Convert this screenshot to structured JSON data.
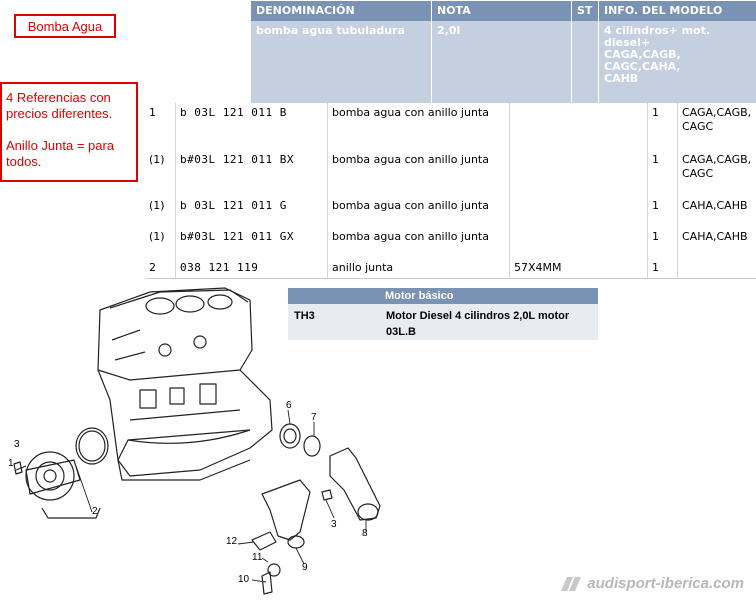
{
  "title_box": "Bomba Agua",
  "note_box": {
    "line1": "4 Referencias con precios diferentes.",
    "line2": "Anillo Junta = para todos."
  },
  "header": {
    "col_denominacion": "DENOMINACIÓN",
    "col_nota": "NOTA",
    "col_st": "ST",
    "col_info": "INFO. DEL MODELO",
    "val_denominacion": "bomba agua tubuladura",
    "val_nota": "2,0l",
    "val_st": "",
    "val_info": "4 cilindros+ mot. diesel+ CAGA,CAGB, CAGC,CAHA, CAHB"
  },
  "parts": [
    {
      "pos": "1",
      "ref": "b  03L  121  011  B",
      "desc": "bomba agua con anillo junta",
      "note": "",
      "qty": "1",
      "models": "CAGA,CAGB, CAGC"
    },
    {
      "pos": "(1)",
      "ref": "b#03L  121  011  BX",
      "desc": "bomba agua con anillo junta",
      "note": "",
      "qty": "1",
      "models": "CAGA,CAGB, CAGC"
    },
    {
      "pos": "(1)",
      "ref": "b  03L  121  011  G",
      "desc": "bomba agua con anillo junta",
      "note": "",
      "qty": "1",
      "models": "CAHA,CAHB"
    },
    {
      "pos": "(1)",
      "ref": "b#03L  121  011  GX",
      "desc": "bomba agua con anillo junta",
      "note": "",
      "qty": "1",
      "models": "CAHA,CAHB"
    },
    {
      "pos": "2",
      "ref": "038  121  119",
      "desc": "anillo junta",
      "note": "57X4MM",
      "qty": "1",
      "models": ""
    }
  ],
  "motor": {
    "header": "Motor básico",
    "code": "TH3",
    "desc": "Motor Diesel 4 cilindros 2,0L motor 03L.B"
  },
  "callouts": [
    "3",
    "1",
    "2",
    "6",
    "7",
    "3",
    "8",
    "12",
    "11",
    "9",
    "10"
  ],
  "watermark": "audisport-iberica.com"
}
